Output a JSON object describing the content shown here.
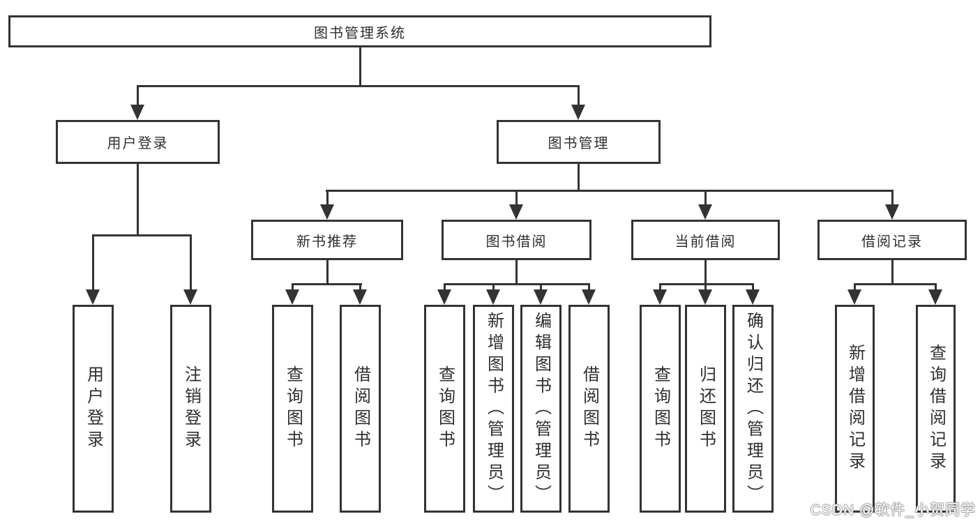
{
  "diagram_title": "图书管理系统",
  "tree": {
    "root": "图书管理系统",
    "level2": [
      {
        "label": "用户登录",
        "children": [
          "用户登录",
          "注销登录"
        ]
      },
      {
        "label": "图书管理"
      }
    ],
    "level3": [
      {
        "label": "新书推荐",
        "children": [
          "查询图书",
          "借阅图书"
        ]
      },
      {
        "label": "图书借阅",
        "children": [
          "查询图书",
          "新增图书（管理员）",
          "编辑图书（管理员）",
          "借阅图书"
        ]
      },
      {
        "label": "当前借阅",
        "children": [
          "查询图书",
          "归还图书",
          "确认归还（管理员）"
        ]
      },
      {
        "label": "借阅记录",
        "children": [
          "新增借阅记录",
          "查询借阅记录"
        ]
      }
    ]
  },
  "watermark": "CSDN @软件_小贺同学",
  "colors": {
    "line": "#333333",
    "text": "#2f2f2f",
    "background": "#ffffff"
  }
}
